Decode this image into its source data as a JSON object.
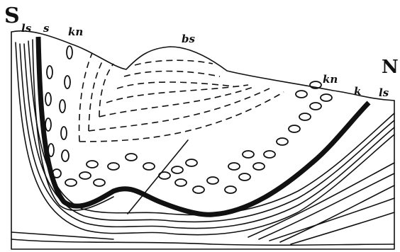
{
  "figure": {
    "labels": {
      "south": "S",
      "north": "N",
      "ls_left": "ls",
      "s_left": "s",
      "kn_left": "kn",
      "bs_top": "bs",
      "kn_right": "kn",
      "k_right": "k",
      "ls_right": "ls"
    },
    "colors": {
      "ink": "#111111",
      "paper": "#ffffff"
    }
  }
}
